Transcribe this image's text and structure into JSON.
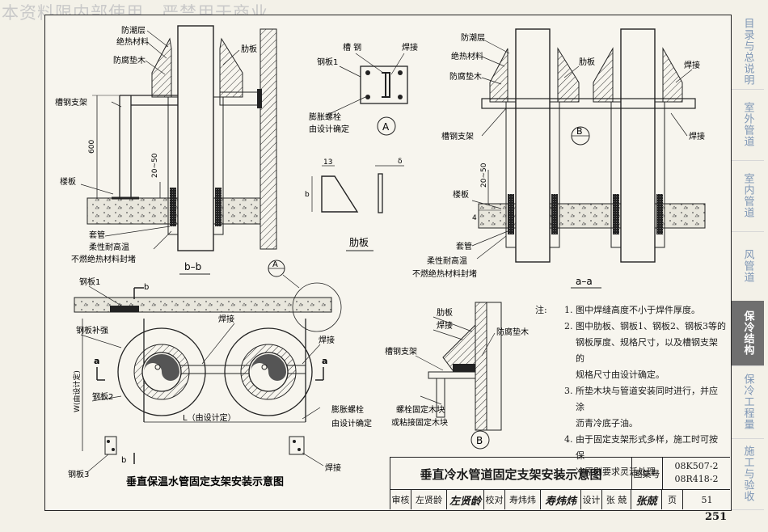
{
  "watermark": "本资料限内部使用，严禁用于商业。",
  "page_number": "251",
  "side_tabs": [
    {
      "label": "目录与总说明",
      "active": false
    },
    {
      "label": "室外管道",
      "active": false
    },
    {
      "label": "室内管道",
      "active": false
    },
    {
      "label": "风管道",
      "active": false
    },
    {
      "label": "保冷结构",
      "active": true
    },
    {
      "label": "保冷工程量",
      "active": false
    },
    {
      "label": "施工与验收",
      "active": false
    }
  ],
  "drawing_bb": {
    "caption": "b–b",
    "labels": {
      "moisture": "防潮层",
      "insulation": "绝热材料",
      "wood_block": "防腐垫木",
      "rib_plate": "肋板",
      "channel_bracket": "槽钢支架",
      "dim_600": "600",
      "dim_20_50": "20~50",
      "floor_slab": "楼板",
      "sleeve": "套管",
      "flexible_seal_1": "柔性耐高温",
      "flexible_seal_2": "不燃绝热材料封堵"
    }
  },
  "detail_a": {
    "tag": "A",
    "labels": {
      "channel": "槽 钢",
      "weld": "焊接",
      "plate1": "钢板1",
      "bolt": "膨胀螺栓",
      "by_design": "由设计确定"
    }
  },
  "rib_detail": {
    "caption": "肋板",
    "dim_width": "13",
    "dim_height": "b",
    "dim_thickness": "δ"
  },
  "drawing_aa": {
    "caption": "a–a",
    "labels": {
      "moisture": "防潮层",
      "insulation": "绝热材料",
      "wood_block": "防腐垫木",
      "rib_plate": "肋板",
      "weld": "焊接",
      "channel_bracket": "槽钢支架",
      "weld2": "焊接",
      "detail_tag": "B",
      "dim_20_50": "20~50",
      "floor_slab": "楼板",
      "dim_4": "4",
      "sleeve": "套管",
      "flexible_seal_1": "柔性耐高温",
      "flexible_seal_2": "不燃绝热材料封堵"
    }
  },
  "plan_view": {
    "caption": "垂直保温水管固定支架安装示意图",
    "detail_tag": "A",
    "labels": {
      "plate1": "钢板1",
      "plate_reinforce": "钢板补强",
      "weld": "焊接",
      "weld_right": "焊接",
      "plate2": "钢板2",
      "plate3": "钢板3",
      "dim_w": "W(由设计定)",
      "dim_l": "L（由设计定）",
      "bolt": "膨胀螺栓",
      "by_design": "由设计确定",
      "weld_bottom": "焊接",
      "sec_a": "a",
      "sec_b": "b"
    }
  },
  "detail_b": {
    "tag": "B",
    "labels": {
      "rib_plate": "肋板",
      "weld": "焊接",
      "channel_bracket": "槽钢支架",
      "wood_block": "防腐垫木",
      "bolt_block_1": "螺栓固定木块",
      "bolt_block_2": "或粘接固定木块"
    }
  },
  "notes": {
    "lead": "注:",
    "items": [
      {
        "num": "1.",
        "lines": [
          "图中焊缝高度不小于焊件厚度。"
        ]
      },
      {
        "num": "2.",
        "lines": [
          "图中肋板、钢板1、钢板2、钢板3等的",
          "钢板厚度、规格尺寸，以及槽钢支架的",
          "规格尺寸由设计确定。"
        ]
      },
      {
        "num": "3.",
        "lines": [
          "所垫木块与管道安装同时进行，并应涂",
          "沥青冷底子油。"
        ]
      },
      {
        "num": "4.",
        "lines": [
          "由于固定支架形式多样，施工时可按保",
          "冷原则要求灵活处理。"
        ]
      }
    ]
  },
  "title_block": {
    "title": "垂直冷水管道固定支架安装示意图",
    "atlas_label": "图集号",
    "atlas_code_1": "08K507-2",
    "atlas_code_2": "08R418-2",
    "review_label": "审核",
    "reviewer": "左贤龄",
    "reviewer_sig": "左贤龄",
    "check_label": "校对",
    "checker": "寿炜炜",
    "checker_sig": "寿炜炜",
    "design_label": "设计",
    "designer": "张 兢",
    "designer_sig": "张兢",
    "page_label": "页",
    "page": "51"
  }
}
